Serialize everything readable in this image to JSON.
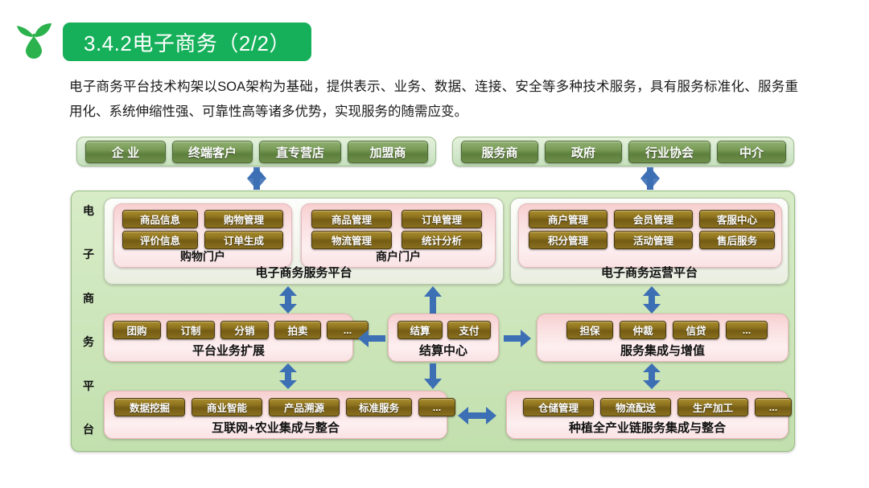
{
  "header": {
    "logo_icon": "sprout-water-drop-icon",
    "title": "3.4.2电子商务（2/2）",
    "accent_color": "#16b05a"
  },
  "paragraph": "电子商务平台技术构架以SOA架构为基础，提供表示、业务、数据、连接、安全等多种技术服务，具有服务标准化、服务重用化、系统伸缩性强、可靠性高等诸多优势，实现服务的随需应变。",
  "diagram": {
    "actors_left": {
      "items": [
        "企 业",
        "终端客户",
        "直专营店",
        "加盟商"
      ]
    },
    "actors_right": {
      "items": [
        "服务商",
        "政府",
        "行业协会",
        "中介"
      ]
    },
    "vertical_label": "电子商务平台",
    "service_platform": {
      "label": "电子商务服务平台",
      "portals": [
        {
          "label": "购物门户",
          "items": [
            "商品信息",
            "购物管理",
            "评价信息",
            "订单生成"
          ]
        },
        {
          "label": "商户门户",
          "items": [
            "商品管理",
            "订单管理",
            "物流管理",
            "统计分析"
          ]
        }
      ]
    },
    "operation_platform": {
      "label": "电子商务运营平台",
      "panel": {
        "items": [
          "商户管理",
          "会员管理",
          "客服中心",
          "积分管理",
          "活动管理",
          "售后服务"
        ]
      }
    },
    "row_middle": [
      {
        "label": "平台业务扩展",
        "items": [
          "团购",
          "订制",
          "分销",
          "拍卖",
          "..."
        ]
      },
      {
        "label": "结算中心",
        "items": [
          "结算",
          "支付"
        ]
      },
      {
        "label": "服务集成与增值",
        "items": [
          "担保",
          "仲裁",
          "信贷",
          "..."
        ]
      }
    ],
    "row_bottom": [
      {
        "label": "互联网+农业集成与整合",
        "items": [
          "数据挖掘",
          "商业智能",
          "产品溯源",
          "标准服务",
          "..."
        ]
      },
      {
        "label": "种植全产业链服务集成与整合",
        "items": [
          "仓储管理",
          "物流配送",
          "生产加工",
          "..."
        ]
      }
    ],
    "arrow_color": "#3d6fb5"
  }
}
